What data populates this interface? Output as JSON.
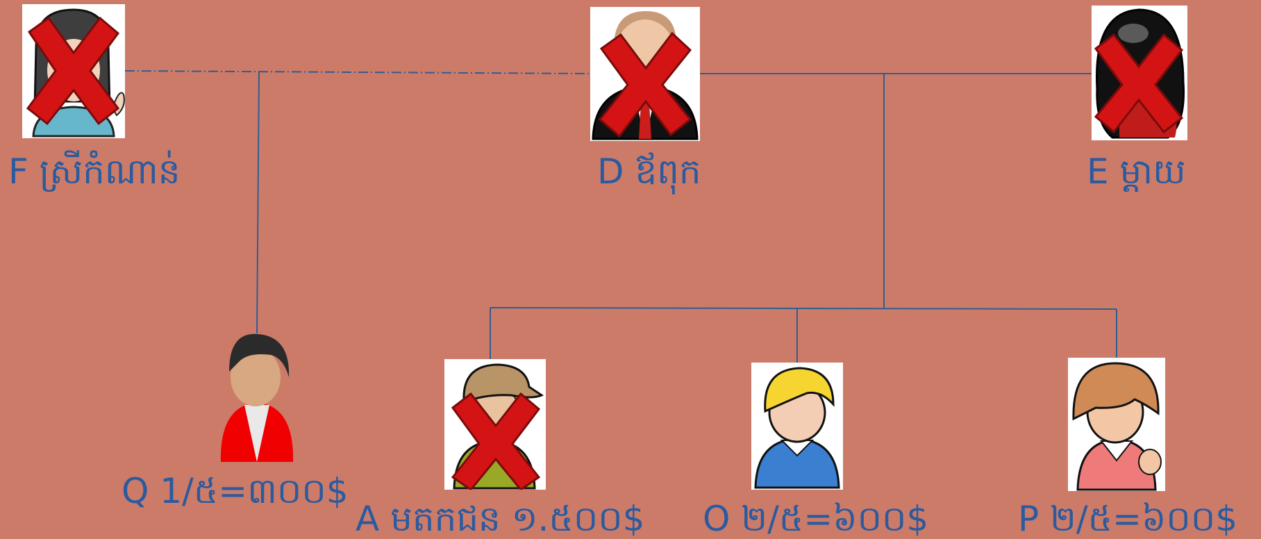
{
  "colors": {
    "background": "#cd7b69",
    "lines": "#2f5d91",
    "label_text": "#2a5b9e",
    "cross_mark": "#d41414"
  },
  "people": {
    "F": {
      "label": "F ស្រីកំណាន់",
      "deceased": true,
      "icon": "woman-long-dark-hair-avatar-icon"
    },
    "D": {
      "label": "D ឪពុក",
      "deceased": true,
      "icon": "man-suit-avatar-icon"
    },
    "E": {
      "label": "E ម្ដាយ",
      "deceased": true,
      "icon": "woman-black-hair-avatar-icon"
    },
    "Q": {
      "label": "Q 1/៥=៣០០$",
      "deceased": false,
      "icon": "man-red-jacket-avatar-icon"
    },
    "A": {
      "label": "A មតកជន ១.៥០០$",
      "deceased": true,
      "icon": "boy-cap-avatar-icon"
    },
    "O": {
      "label": "O ២/៥=៦០០$",
      "deceased": false,
      "icon": "boy-blond-avatar-icon"
    },
    "P": {
      "label": "P ២/៥=៦០០$",
      "deceased": false,
      "icon": "girl-brown-hair-avatar-icon"
    }
  }
}
